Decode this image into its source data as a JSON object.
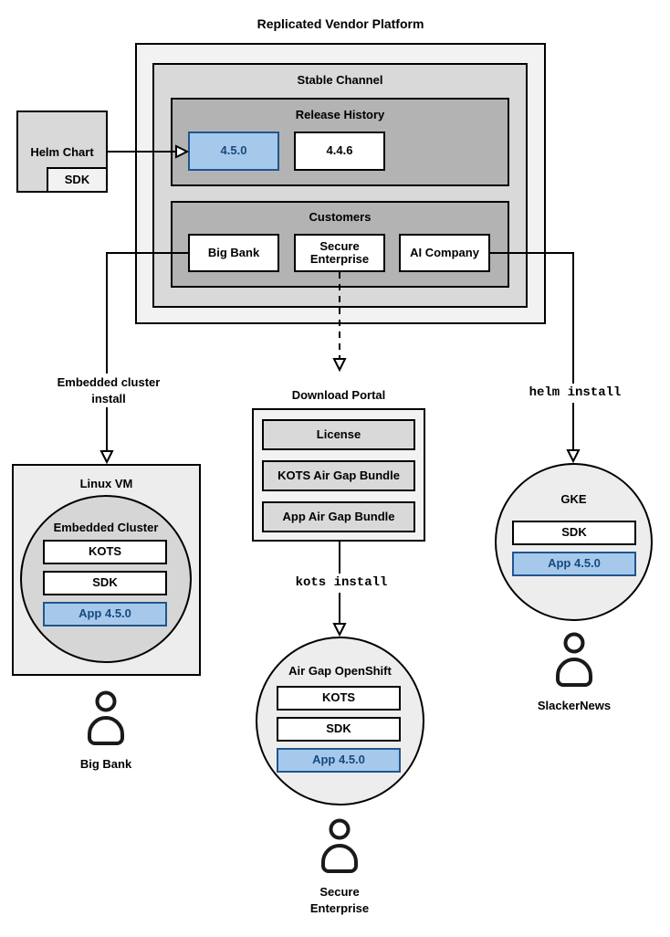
{
  "colors": {
    "gray-lightest": "#f2f2f2",
    "gray-light": "#d9d9d9",
    "gray-mid": "#b3b3b3",
    "node-fill": "#ededed",
    "circle-fill": "#d6d6d6",
    "hl-fill": "#a6c9eb",
    "hl-border": "#1f568f",
    "hl-text": "#17497f",
    "line": "#000000"
  },
  "title": "Replicated Vendor Platform",
  "platform": {
    "channel_label": "Stable Channel",
    "release_history": {
      "label": "Release History",
      "releases": [
        {
          "version": "4.5.0",
          "highlighted": true
        },
        {
          "version": "4.4.6",
          "highlighted": false
        }
      ]
    },
    "customers": {
      "label": "Customers",
      "items": [
        "Big Bank",
        "Secure Enterprise",
        "AI Company"
      ]
    }
  },
  "helm_chart": {
    "label": "Helm Chart",
    "sdk": "SDK"
  },
  "edges": {
    "embedded_install": "Embedded cluster\ninstall",
    "helm_install": "helm install",
    "kots_install": "kots install"
  },
  "download_portal": {
    "label": "Download Portal",
    "items": [
      "License",
      "KOTS Air Gap Bundle",
      "App Air Gap Bundle"
    ]
  },
  "nodes": {
    "linux_vm": {
      "label": "Linux VM",
      "cluster_label": "Embedded Cluster",
      "components": [
        "KOTS",
        "SDK"
      ],
      "app": "App 4.5.0",
      "user": "Big Bank"
    },
    "air_gap_openshift": {
      "label": "Air Gap OpenShift",
      "components": [
        "KOTS",
        "SDK"
      ],
      "app": "App 4.5.0",
      "user": "Secure\nEnterprise"
    },
    "gke": {
      "label": "GKE",
      "components": [
        "SDK"
      ],
      "app": "App 4.5.0",
      "user": "SlackerNews"
    }
  }
}
